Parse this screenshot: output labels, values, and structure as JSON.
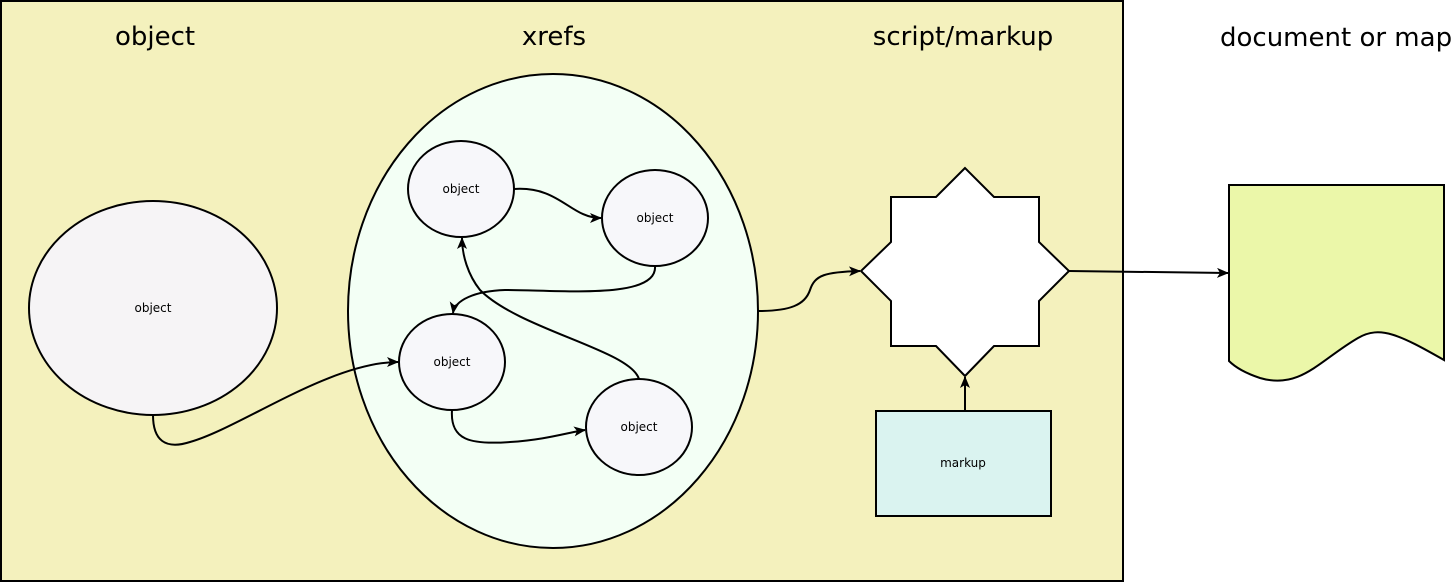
{
  "diagram": {
    "colors": {
      "container_fill": "#f4f1bd",
      "xrefs_fill": "#f3fff5",
      "object_fill": "#f6f4f6",
      "inner_object_fill": "#f7f7fa",
      "script_fill": "#ffffff",
      "markup_fill": "#daf3f0",
      "document_fill": "#ebf7a9",
      "stroke": "#000000"
    },
    "headings": {
      "object": "object",
      "xrefs": "xrefs",
      "script_markup": "script/markup",
      "document_or_map": "document or map"
    },
    "nodes": {
      "source_object": "object",
      "xref_objects": [
        "object",
        "object",
        "object",
        "object"
      ],
      "script": "",
      "markup": "markup",
      "document": ""
    },
    "edges": [
      {
        "from": "source_object",
        "to": "xref_object_3"
      },
      {
        "from": "xref_object_1",
        "to": "xref_object_2"
      },
      {
        "from": "xref_object_2",
        "to": "xref_object_3"
      },
      {
        "from": "xref_object_4",
        "to": "xref_object_1"
      },
      {
        "from": "xref_object_3",
        "to": "xref_object_4"
      },
      {
        "from": "xrefs",
        "to": "script"
      },
      {
        "from": "markup",
        "to": "script"
      },
      {
        "from": "script",
        "to": "document"
      }
    ]
  }
}
